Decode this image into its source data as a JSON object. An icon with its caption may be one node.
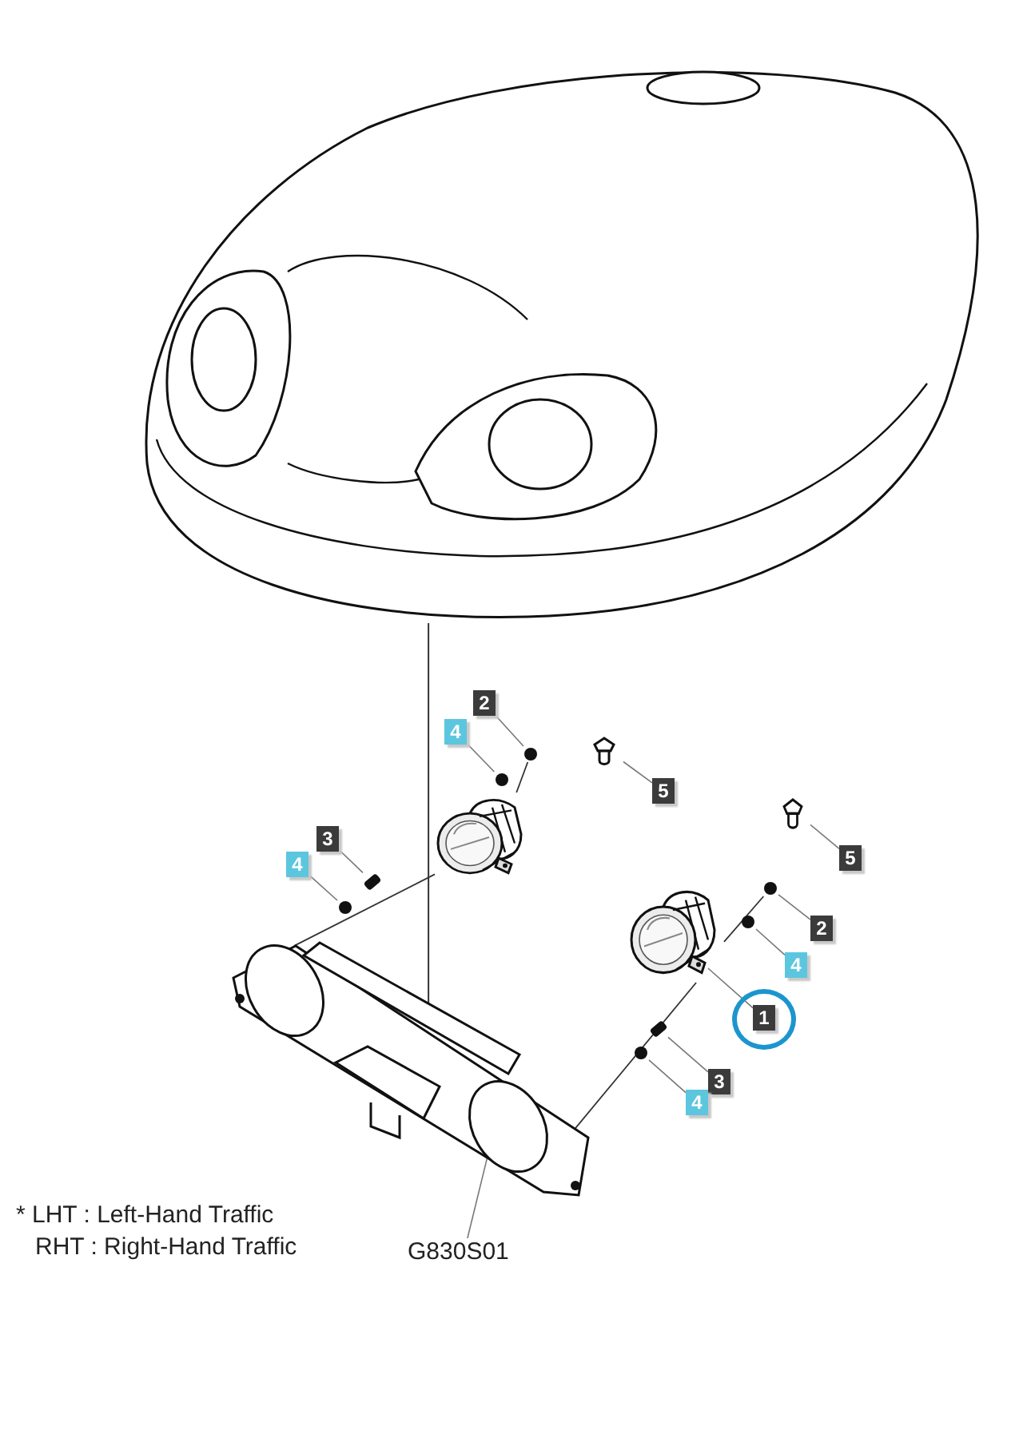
{
  "diagram": {
    "nodes": [
      {
        "text": [],
        "shape": "picture"
      },
      {
        "text": [],
        "shape": "picture"
      },
      {
        "text": [],
        "shape": "picture"
      },
      {
        "text": [],
        "shape": "picture"
      },
      {
        "text": [],
        "shape": "picture"
      },
      {
        "text": [],
        "shape": "picture"
      },
      {
        "text": [],
        "shape": "circle"
      },
      {
        "text": [],
        "shape": "circle"
      },
      {
        "text": [],
        "shape": "bar"
      },
      {
        "text": [],
        "shape": "circle"
      },
      {
        "text": [],
        "shape": "circle"
      },
      {
        "text": [],
        "shape": "circle"
      },
      {
        "text": [],
        "shape": "bar"
      },
      {
        "text": [],
        "shape": "circle"
      },
      {
        "text": [
          "2"
        ]
      },
      {
        "text": [
          "4"
        ]
      },
      {
        "text": [
          "3"
        ]
      },
      {
        "text": [
          "4"
        ]
      },
      {
        "text": [
          "5"
        ]
      },
      {
        "text": [
          "5"
        ]
      },
      {
        "text": [
          "2"
        ]
      },
      {
        "text": [
          "4"
        ]
      },
      {
        "text": [
          "1"
        ]
      },
      {
        "text": [
          "3"
        ]
      },
      {
        "text": [
          "4"
        ]
      },
      {
        "text": [
          "G830S01"
        ]
      }
    ],
    "edges": [
      {
        "from": 0,
        "to": 1,
        "arrow": "none"
      },
      {
        "from": 14,
        "to": 6,
        "arrow": "none"
      },
      {
        "from": 15,
        "to": 7,
        "arrow": "none"
      },
      {
        "from": 16,
        "to": 8,
        "arrow": "none"
      },
      {
        "from": 17,
        "to": 9,
        "arrow": "none"
      },
      {
        "from": 18,
        "to": 4,
        "arrow": "none"
      },
      {
        "from": 19,
        "to": 5,
        "arrow": "none"
      },
      {
        "from": 20,
        "to": 10,
        "arrow": "none"
      },
      {
        "from": 21,
        "to": 11,
        "arrow": "none"
      },
      {
        "from": 22,
        "to": 3,
        "arrow": "none"
      },
      {
        "from": 23,
        "to": 12,
        "arrow": "none"
      },
      {
        "from": 24,
        "to": 13,
        "arrow": "none"
      },
      {
        "from": 25,
        "to": 1,
        "arrow": "none"
      },
      {
        "from": 1,
        "to": 2,
        "arrow": "none"
      },
      {
        "from": 2,
        "to": 6,
        "arrow": "none"
      },
      {
        "from": 1,
        "to": 3,
        "arrow": "none"
      },
      {
        "from": 3,
        "to": 10,
        "arrow": "none"
      }
    ],
    "labels": [
      "* LHT : Left-Hand Traffic",
      "RHT : Right-Hand Traffic"
    ]
  }
}
